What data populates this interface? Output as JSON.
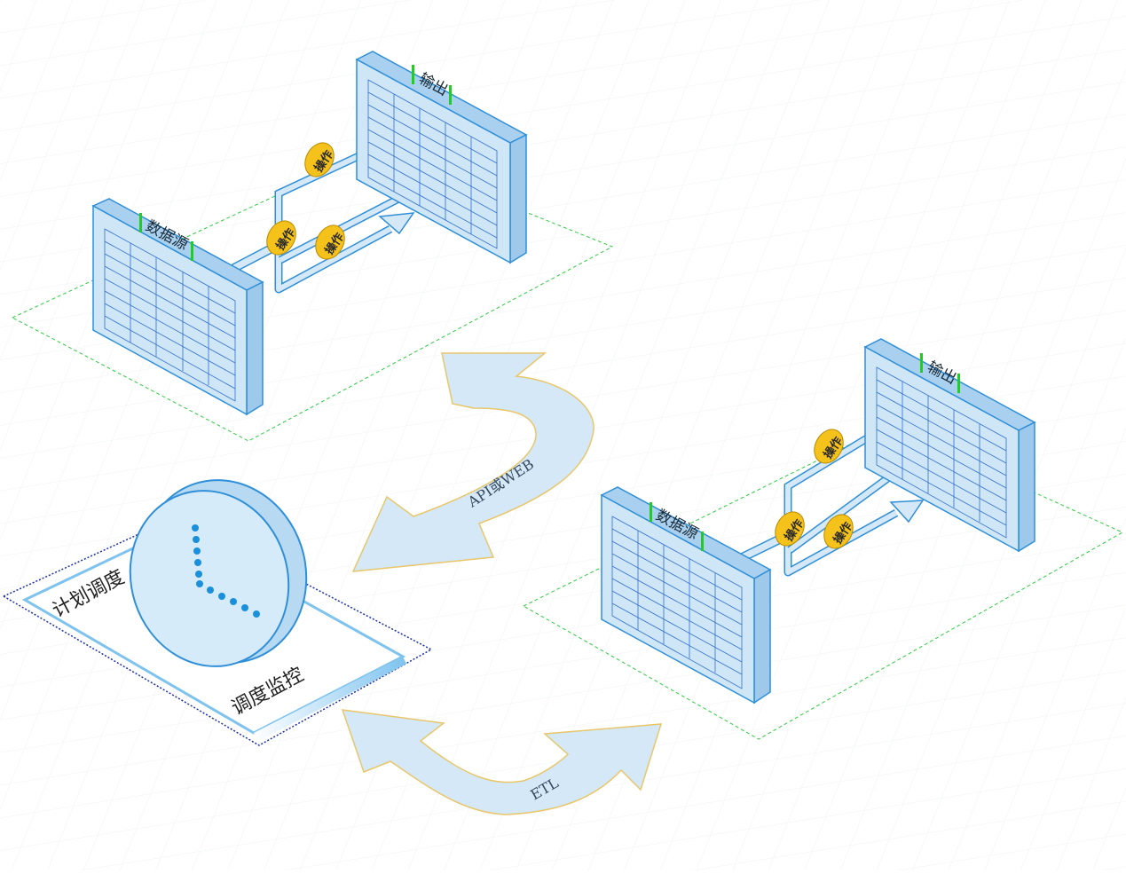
{
  "labels": {
    "source": "数据源",
    "output": "输出",
    "operation": "操作",
    "api_web": "API或WEB",
    "etl": "ETL",
    "plan_schedule": "计划调度",
    "schedule_monitor": "调度监控"
  },
  "colors": {
    "panel_fill": "#cfe6f7",
    "panel_edge": "#2f8fd8",
    "panel_side": "#a9d0ee",
    "grid_line": "#2f6fd0",
    "green_mark": "#22cc22",
    "badge_fill": "#f5c21b",
    "dashed_green": "#2ecc40",
    "dashed_blue": "#1b2fa8",
    "arrow_fill": "#d5e8f7",
    "arrow_stroke": "#e8c66a",
    "clock_dot": "#1a8fdc"
  }
}
